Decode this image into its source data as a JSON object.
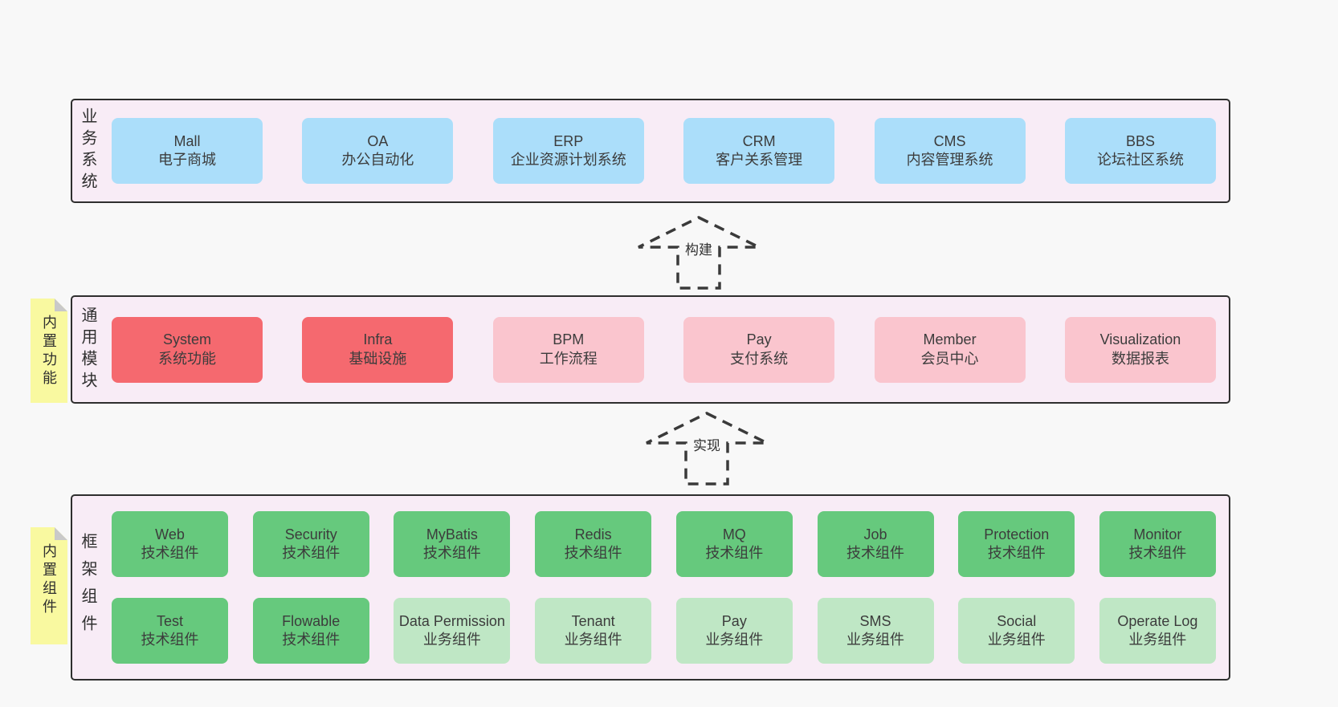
{
  "colors": {
    "page_bg": "#f8f8f8",
    "panel_fill": "#f8ecf6",
    "panel_border": "#2e2e2e",
    "blue": "#abdefa",
    "red": "#f5696f",
    "pink": "#fac5ce",
    "green_dark": "#66c97d",
    "green_light": "#bfe7c5",
    "sticky_yellow": "#f9f9a0",
    "sticky_fold": "#c9c9c9",
    "text": "#3c3c3c"
  },
  "business_layer": {
    "side_label": "业务系统",
    "boxes": [
      {
        "title": "Mall",
        "subtitle": "电子商城"
      },
      {
        "title": "OA",
        "subtitle": "办公自动化"
      },
      {
        "title": "ERP",
        "subtitle": "企业资源计划系统"
      },
      {
        "title": "CRM",
        "subtitle": "客户关系管理"
      },
      {
        "title": "CMS",
        "subtitle": "内容管理系统"
      },
      {
        "title": "BBS",
        "subtitle": "论坛社区系统"
      }
    ]
  },
  "build_arrow": {
    "label": "构建"
  },
  "module_layer": {
    "side_label": "通用模块",
    "sticky_label": "内置功能",
    "boxes": [
      {
        "title": "System",
        "subtitle": "系统功能",
        "variant": "red"
      },
      {
        "title": "Infra",
        "subtitle": "基础设施",
        "variant": "red"
      },
      {
        "title": "BPM",
        "subtitle": "工作流程",
        "variant": "pink"
      },
      {
        "title": "Pay",
        "subtitle": "支付系统",
        "variant": "pink"
      },
      {
        "title": "Member",
        "subtitle": "会员中心",
        "variant": "pink"
      },
      {
        "title": "Visualization",
        "subtitle": "数据报表",
        "variant": "pink"
      }
    ]
  },
  "implement_arrow": {
    "label": "实现"
  },
  "component_layer": {
    "side_label": "框架组件",
    "sticky_label": "内置组件",
    "row1": [
      {
        "title": "Web",
        "subtitle": "技术组件",
        "variant": "dark"
      },
      {
        "title": "Security",
        "subtitle": "技术组件",
        "variant": "dark"
      },
      {
        "title": "MyBatis",
        "subtitle": "技术组件",
        "variant": "dark"
      },
      {
        "title": "Redis",
        "subtitle": "技术组件",
        "variant": "dark"
      },
      {
        "title": "MQ",
        "subtitle": "技术组件",
        "variant": "dark"
      },
      {
        "title": "Job",
        "subtitle": "技术组件",
        "variant": "dark"
      },
      {
        "title": "Protection",
        "subtitle": "技术组件",
        "variant": "dark"
      },
      {
        "title": "Monitor",
        "subtitle": "技术组件",
        "variant": "dark"
      }
    ],
    "row2": [
      {
        "title": "Test",
        "subtitle": "技术组件",
        "variant": "dark"
      },
      {
        "title": "Flowable",
        "subtitle": "技术组件",
        "variant": "dark"
      },
      {
        "title": "Data Permission",
        "subtitle": "业务组件",
        "variant": "light"
      },
      {
        "title": "Tenant",
        "subtitle": "业务组件",
        "variant": "light"
      },
      {
        "title": "Pay",
        "subtitle": "业务组件",
        "variant": "light"
      },
      {
        "title": "SMS",
        "subtitle": "业务组件",
        "variant": "light"
      },
      {
        "title": "Social",
        "subtitle": "业务组件",
        "variant": "light"
      },
      {
        "title": "Operate Log",
        "subtitle": "业务组件",
        "variant": "light"
      }
    ]
  }
}
